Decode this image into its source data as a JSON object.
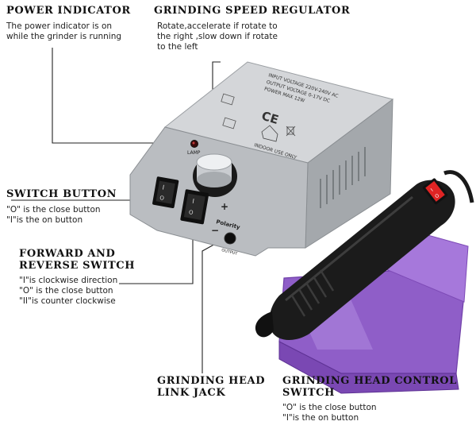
{
  "labels": {
    "power_indicator": {
      "heading": "POWER INDICATOR",
      "desc": [
        "The power indicator is on",
        "while the grinder is running"
      ]
    },
    "speed_regulator": {
      "heading": "GRINDING SPEED REGULATOR",
      "desc": [
        "Rotate,accelerate if rotate to",
        "the right ,slow down if rotate",
        "to the left"
      ]
    },
    "switch_button": {
      "heading": "SWITCH BUTTON",
      "desc": [
        "\"O\" is the close button",
        "\"I\"is the on button"
      ]
    },
    "forward_reverse": {
      "heading": [
        "FORWARD AND",
        "REVERSE SWITCH"
      ],
      "desc": [
        "\"I\"is clockwise direction",
        "\"O\" is the close button",
        "\"II\"is counter clockwise"
      ]
    },
    "link_jack": {
      "heading": [
        "GRINDING HEAD",
        "LINK JACK"
      ]
    },
    "head_control": {
      "heading": [
        "GRINDING HEAD CONTROL",
        "SWITCH"
      ],
      "desc": [
        "\"O\" is the close button",
        "\"I\"is the on button"
      ]
    }
  },
  "device": {
    "plate": [
      "INPUT VOLTAGE   220V-240V AC",
      "OUTPUT VOLTAGE   0-17V DC",
      "POWER MAX   12W"
    ],
    "ce_mark": "CE",
    "indoor": "INDOOR USE ONLY",
    "lamp": "LAMP",
    "plus": "+",
    "minus": "−",
    "polarity": "Polarity",
    "output": "OUTPUT",
    "switch_i": "I",
    "switch_o": "O"
  },
  "colors": {
    "body": "#b9bcc0",
    "body_dark": "#8e9296",
    "stand": "#8d5cc4",
    "handpiece": "#1b1b1b",
    "switch_red": "#e02424",
    "leader": "#222222"
  }
}
